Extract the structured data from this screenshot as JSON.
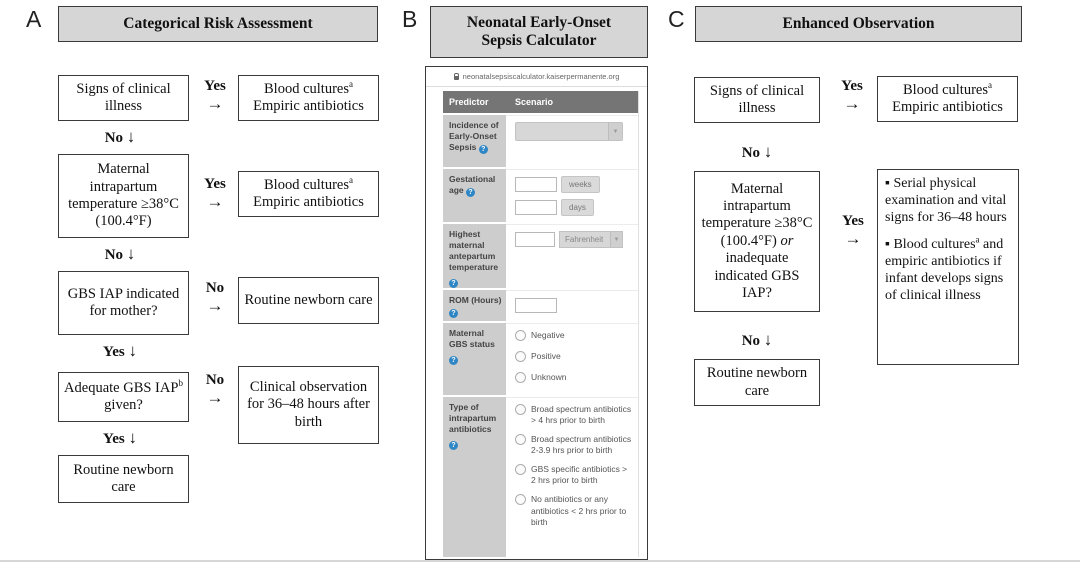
{
  "connectors": {
    "yes": "Yes",
    "no": "No",
    "arrow_right": "→",
    "arrow_down": "↓"
  },
  "panel_a": {
    "label": "A",
    "title": "Categorical Risk Assessment",
    "steps": {
      "signs": "Signs of clinical illness",
      "blood1": {
        "main": "Blood cultures",
        "sup": "a",
        "line2": "Empiric antibiotics"
      },
      "temp": "Maternal intrapartum temperature ≥38°C (100.4°F)",
      "blood2": {
        "main": "Blood cultures",
        "sup": "a",
        "line2": "Empiric antibiotics"
      },
      "gbs_iap": "GBS IAP indicated for mother?",
      "routine1": "Routine newborn care",
      "adequate": {
        "pre": "Adequate GBS IAP",
        "sup": "b",
        "post": " given?"
      },
      "observation": "Clinical observation for 36–48 hours after birth",
      "routine2": "Routine newborn care"
    }
  },
  "panel_b": {
    "label": "B",
    "title": "Neonatal Early-Onset Sepsis Calculator",
    "browser": {
      "url": "neonatalsepsiscalculator.kaiserpermanente.org",
      "icon": "lock"
    },
    "table": {
      "header": {
        "predictor": "Predictor",
        "scenario": "Scenario"
      },
      "help_glyph": "?",
      "dropdown_arrow": "▼",
      "rows": [
        {
          "predictor": "Incidence of Early-Onset Sepsis"
        },
        {
          "predictor": "Gestational age",
          "units": [
            "weeks",
            "days"
          ]
        },
        {
          "predictor": "Highest maternal antepartum temperature",
          "unit_select": "Fahrenheit"
        },
        {
          "predictor": "ROM (Hours)"
        },
        {
          "predictor": "Maternal GBS status",
          "options": [
            "Negative",
            "Positive",
            "Unknown"
          ]
        },
        {
          "predictor": "Type of intrapartum antibiotics",
          "options": [
            "Broad spectrum antibiotics > 4 hrs prior to birth",
            "Broad spectrum antibiotics 2-3.9 hrs prior to birth",
            "GBS specific antibiotics > 2 hrs prior to birth",
            "No antibiotics or any antibiotics < 2 hrs prior to birth"
          ]
        }
      ]
    }
  },
  "panel_c": {
    "label": "C",
    "title": "Enhanced Observation",
    "steps": {
      "signs": "Signs of clinical illness",
      "blood": {
        "main": "Blood cultures",
        "sup": "a",
        "line2": "Empiric antibiotics"
      },
      "risk": {
        "pre": "Maternal intrapartum temperature ≥38°C (100.4°F) ",
        "italic": "or",
        "post": " inadequate indicated GBS IAP?"
      },
      "bullet_char": "▪",
      "bullet1": " Serial physical examination and vital signs for 36–48 hours",
      "bullet2": {
        "pre": " Blood cultures",
        "sup": "a",
        "post": " and empiric antibiotics if infant develops signs of clinical illness"
      },
      "routine": "Routine newborn care"
    }
  }
}
